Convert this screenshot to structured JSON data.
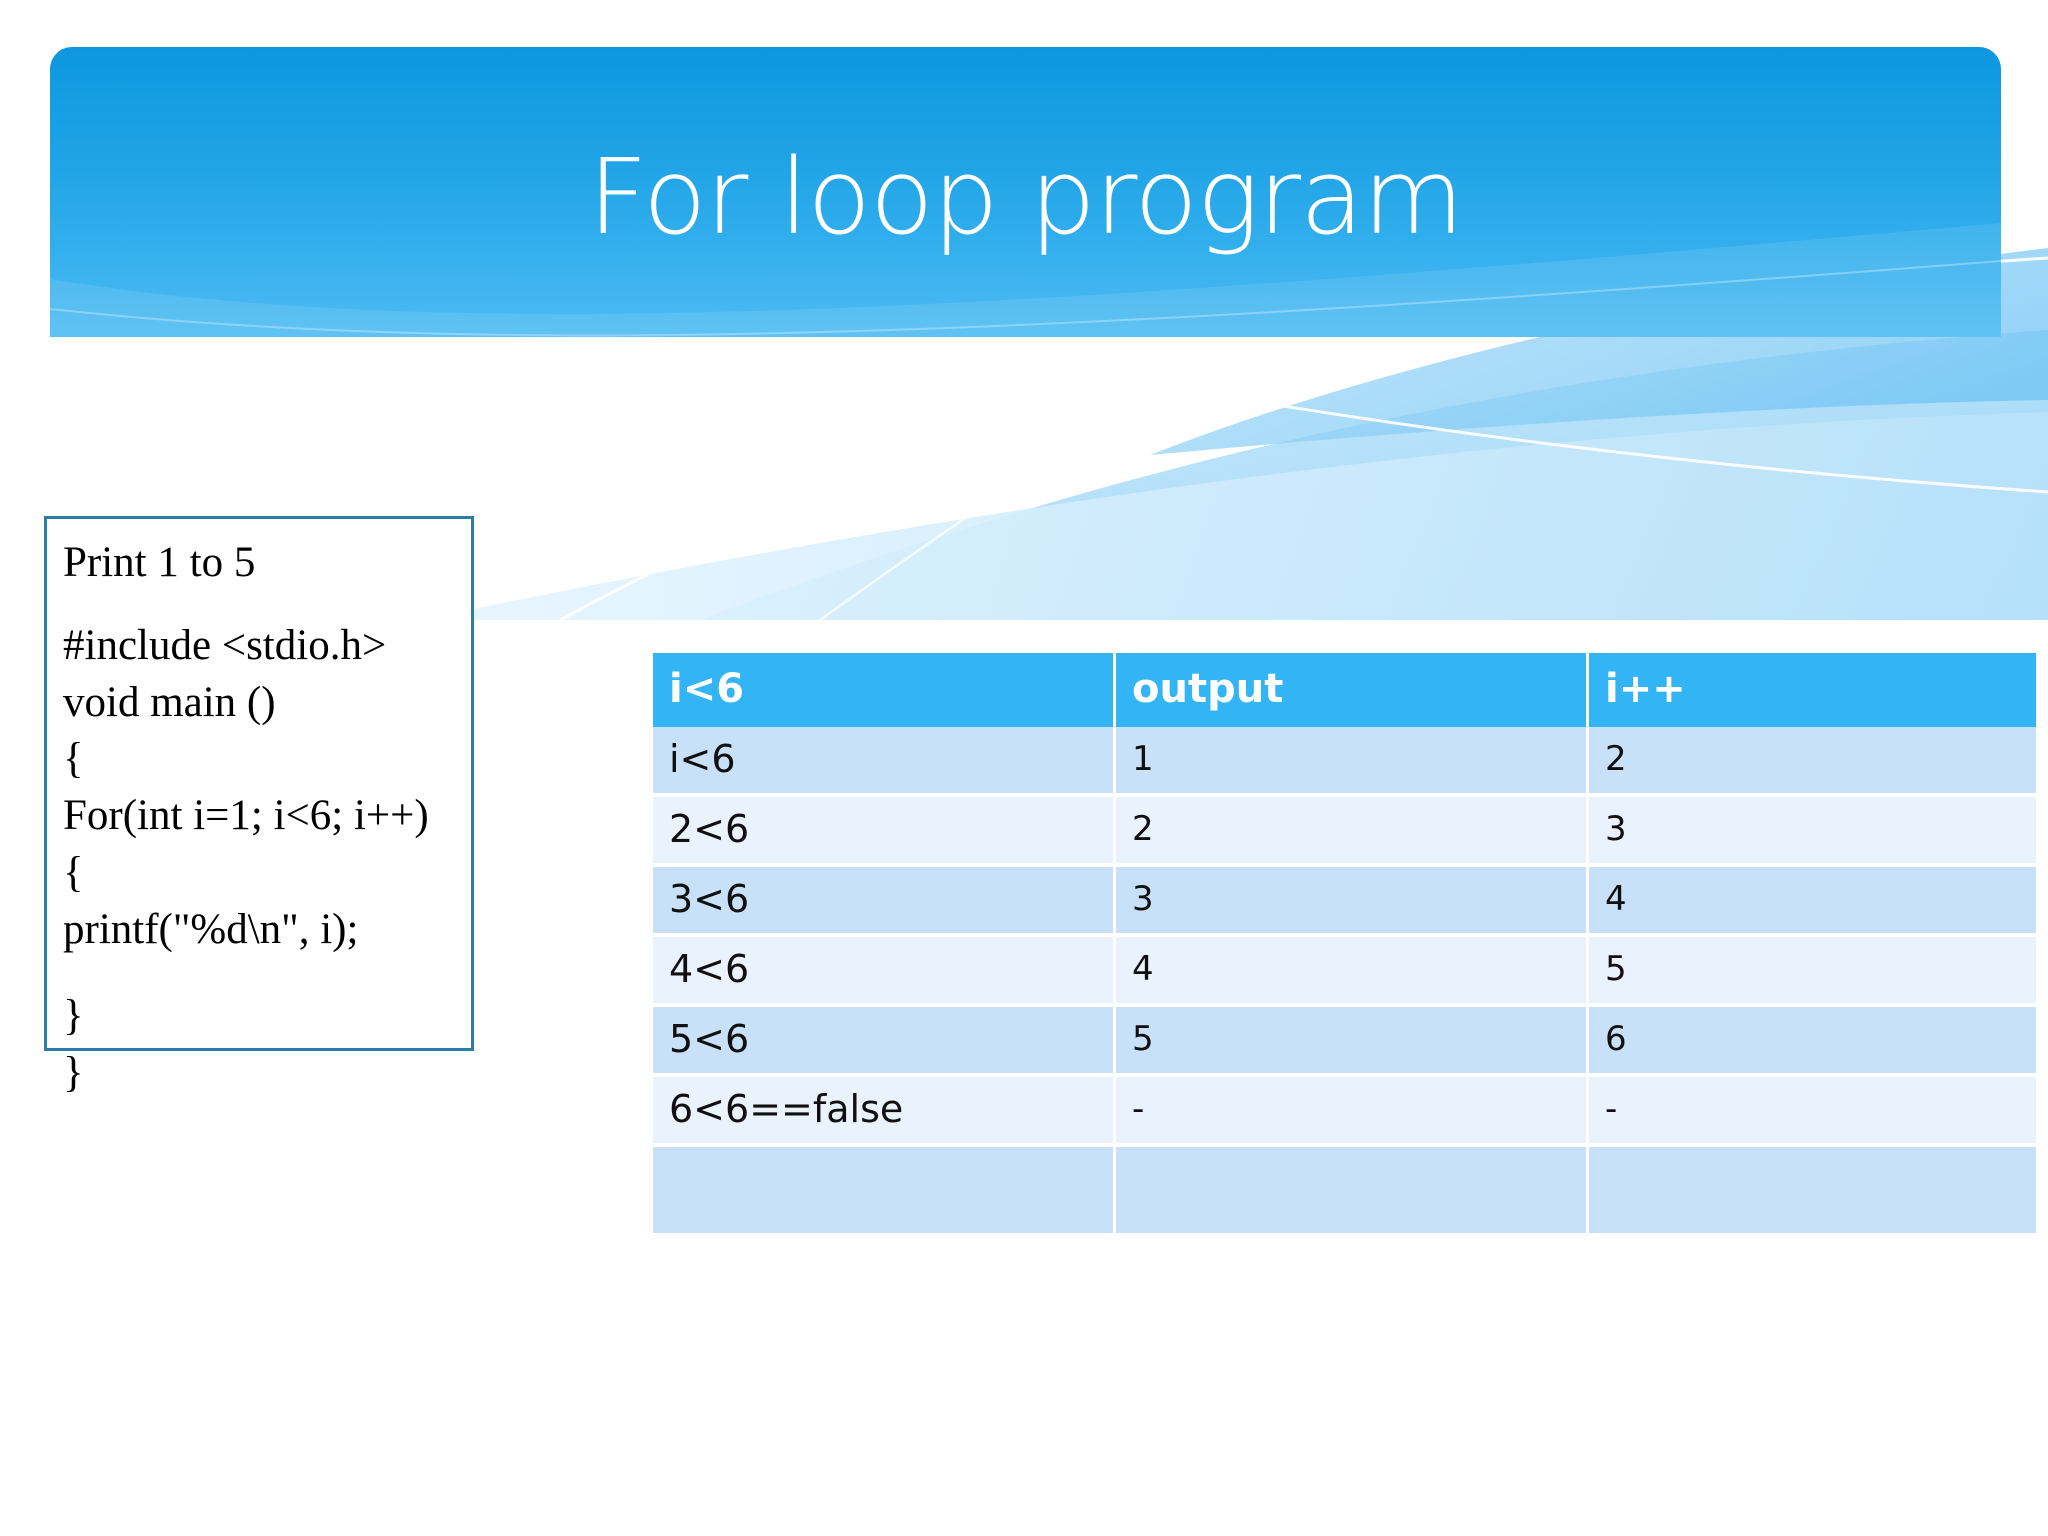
{
  "slide": {
    "title": "For loop program",
    "theme_colors": {
      "banner_top": "#0e97de",
      "banner_bottom": "#4fbcf3",
      "table_header": "#32b4f5",
      "band_a": "#c9e0f9",
      "band_b": "#e9f2fd",
      "code_box_border": "#2e7ba6",
      "title_text": "#ffffff",
      "body_text": "#000000"
    }
  },
  "code_box": {
    "lines": [
      "Print 1 to 5",
      "",
      "#include <stdio.h>",
      "void main ()",
      "{",
      "For(int i=1; i<6; i++)",
      "{",
      "printf(\"%d\\n\", i);",
      "",
      "}",
      "}"
    ],
    "line_0": "Print 1 to 5",
    "line_1": "",
    "line_2": "#include <stdio.h>",
    "line_3": "void main ()",
    "line_4": "{",
    "line_5": "For(int i=1; i<6; i++)",
    "line_6": "{",
    "line_7": "printf(\"%d\\n\", i);",
    "line_8": "",
    "line_9": "}",
    "line_10": "}"
  },
  "table": {
    "headers": [
      "i<6",
      "output",
      "i++"
    ],
    "rows": [
      {
        "condition": "i<6",
        "output": "1",
        "increment": "2"
      },
      {
        "condition": "2<6",
        "output": "2",
        "increment": "3"
      },
      {
        "condition": "3<6",
        "output": "3",
        "increment": "4"
      },
      {
        "condition": "4<6",
        "output": "4",
        "increment": "5"
      },
      {
        "condition": "5<6",
        "output": "5",
        "increment": "6"
      },
      {
        "condition": "6<6==false",
        "output": "-",
        "increment": "-"
      },
      {
        "condition": "",
        "output": "",
        "increment": ""
      }
    ]
  }
}
